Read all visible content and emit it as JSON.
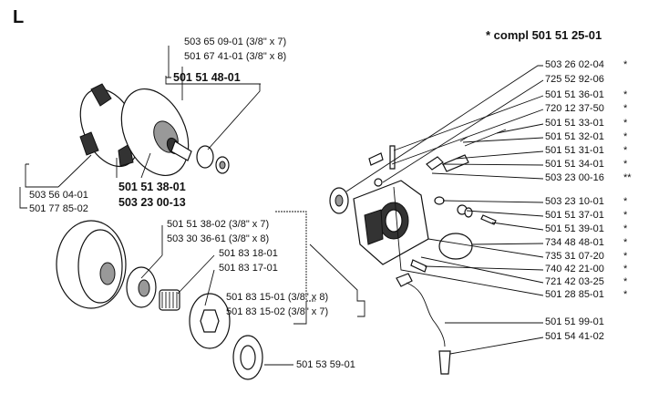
{
  "section_letter": "L",
  "kit_note": "*  compl 501 51 25-01",
  "labels": {
    "l1": "503 65 09-01 (3/8\" x 7)",
    "l2": "501 67 41-01 (3/8\" x 8)",
    "l3": "501 51 48-01",
    "l4": "501 51 38-01",
    "l5": "503 23 00-13",
    "l6": "503 56 04-01",
    "l7": "501 77 85-02",
    "l8": "501 51 38-02 (3/8\" x 7)",
    "l9": "503 30 36-61 (3/8\" x 8)",
    "l10": "501 83 18-01",
    "l11": "501 83 17-01",
    "l12": "501 83 15-01 (3/8\" x 8)",
    "l13": "501 83 15-02 (3/8\" x 7)",
    "l14": "501 53 59-01"
  },
  "right_list": [
    {
      "part": "503 26 02-04",
      "mark": "*"
    },
    {
      "part": "725 52 92-06",
      "mark": ""
    },
    {
      "part": "501 51 36-01",
      "mark": "*"
    },
    {
      "part": "720 12 37-50",
      "mark": "*"
    },
    {
      "part": "501 51 33-01",
      "mark": "*"
    },
    {
      "part": "501 51 32-01",
      "mark": "*"
    },
    {
      "part": "501 51 31-01",
      "mark": "*"
    },
    {
      "part": "501 51 34-01",
      "mark": "*"
    },
    {
      "part": "503 23 00-16",
      "mark": "**"
    },
    {
      "part": "503 23 10-01",
      "mark": "*"
    },
    {
      "part": "501 51 37-01",
      "mark": "*"
    },
    {
      "part": "501 51 39-01",
      "mark": "*"
    },
    {
      "part": "734 48 48-01",
      "mark": "*"
    },
    {
      "part": "735 31 07-20",
      "mark": "*"
    },
    {
      "part": "740 42 21-00",
      "mark": "*"
    },
    {
      "part": "721 42 03-25",
      "mark": "*"
    },
    {
      "part": "501 28 85-01",
      "mark": "*"
    },
    {
      "part": "501 51 99-01",
      "mark": ""
    },
    {
      "part": "501 54 41-02",
      "mark": ""
    }
  ]
}
